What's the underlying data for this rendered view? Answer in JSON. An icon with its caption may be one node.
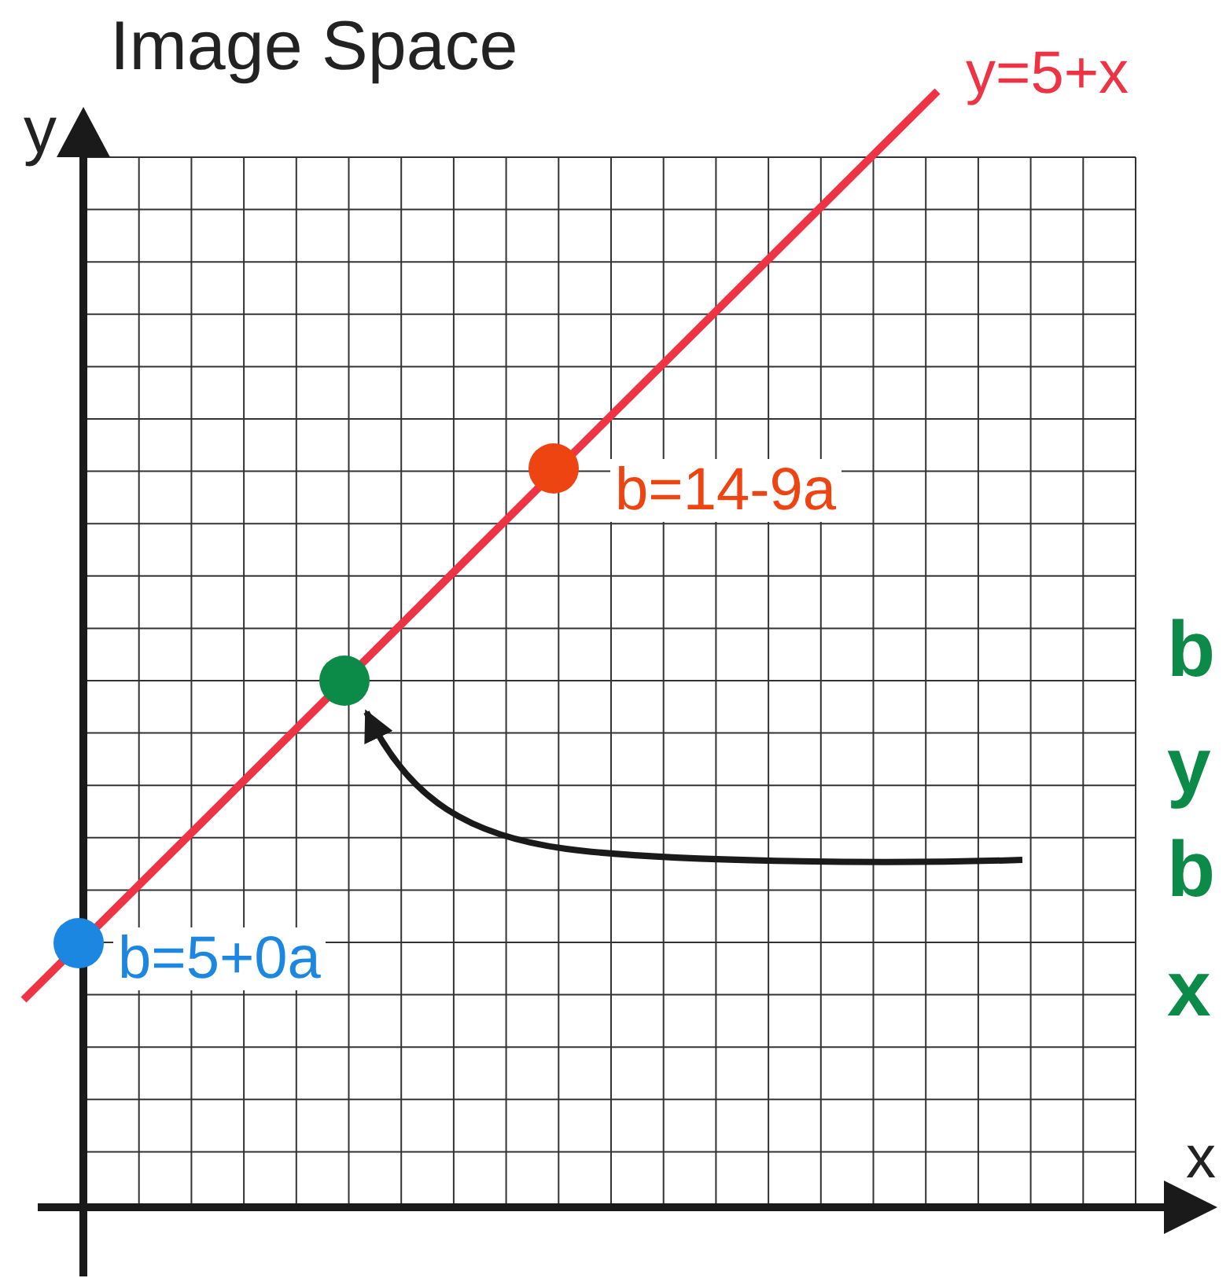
{
  "diagram": {
    "title": "Image Space",
    "nodes": [
      {
        "text": [],
        "shape": "circle"
      },
      {
        "text": [],
        "shape": "circle"
      },
      {
        "text": [],
        "shape": "circle"
      }
    ],
    "edges": [
      {
        "from": null,
        "to": 1,
        "arrow": "to"
      }
    ],
    "labels": [
      "y=5+x",
      "y",
      "b=14-9a",
      "b",
      "y",
      "b",
      "b=5+0a",
      "x",
      "x"
    ]
  }
}
